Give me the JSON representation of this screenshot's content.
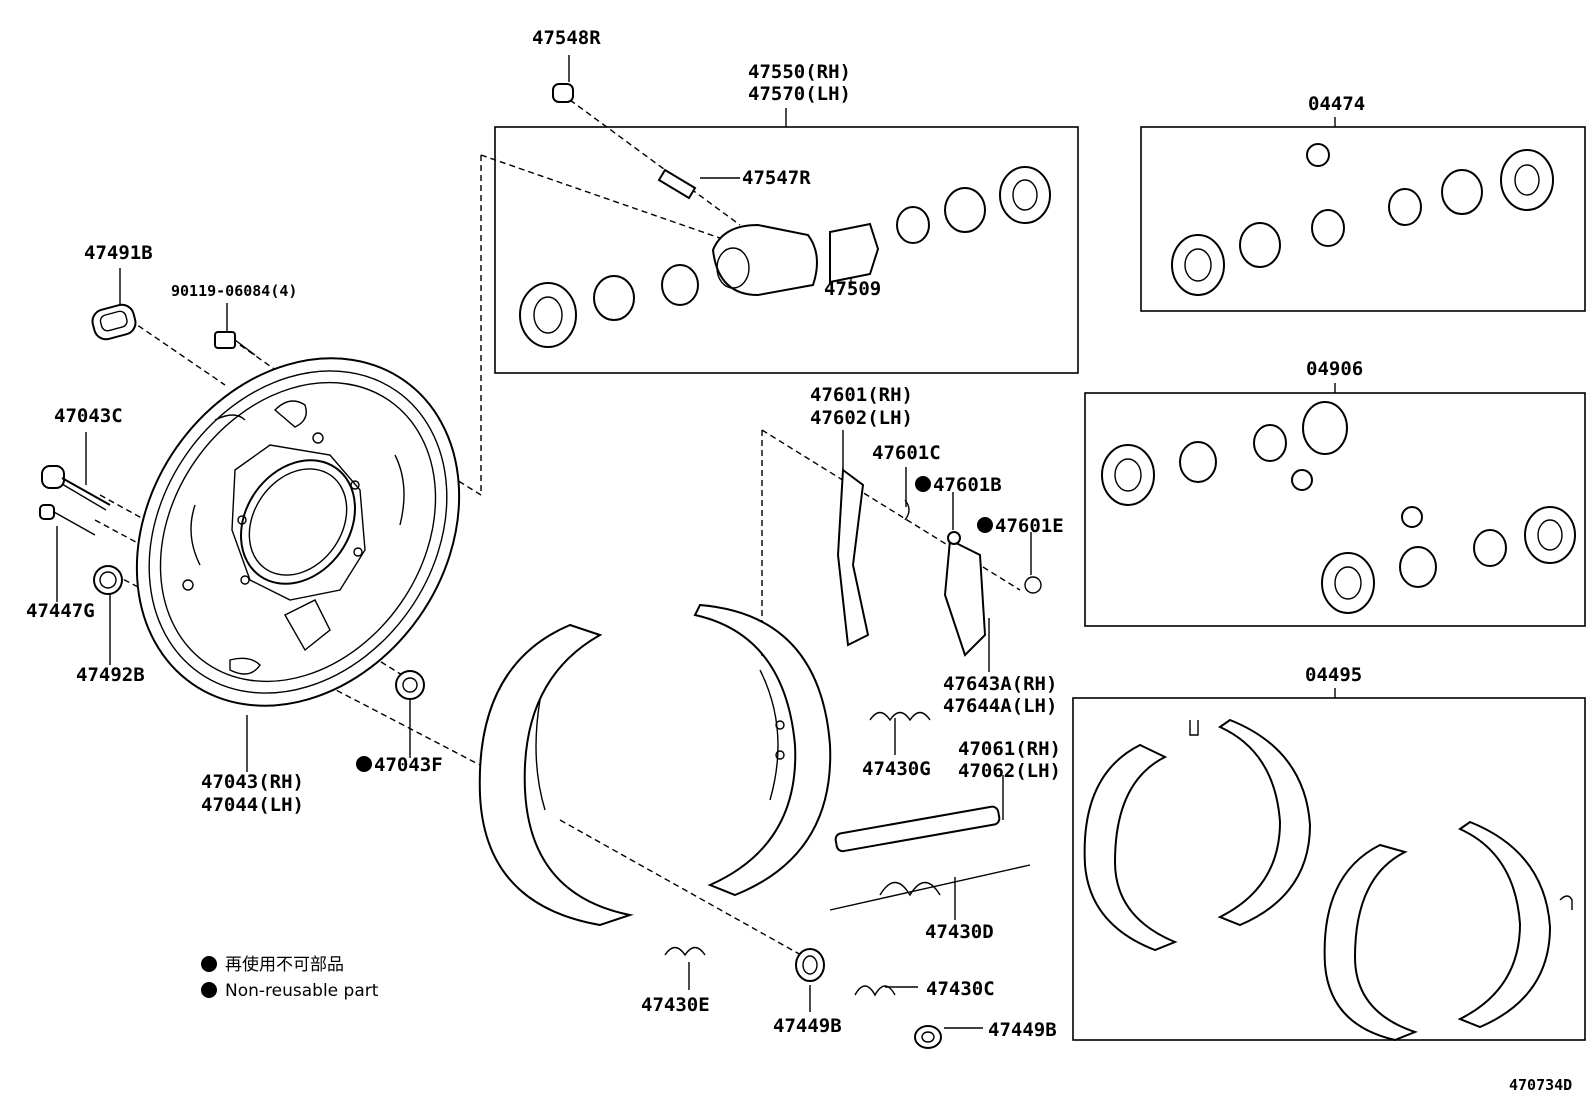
{
  "labels": {
    "p47548R": "47548R",
    "p47550_rh": "47550(RH)",
    "p47570_lh": "47570(LH)",
    "p04474": "04474",
    "p47547R": "47547R",
    "p47509": "47509",
    "p47491B": "47491B",
    "p90119": "90119-06084(4)",
    "p47043C": "47043C",
    "p47447G": "47447G",
    "p47492B": "47492B",
    "p47043_rh": "47043(RH)",
    "p47044_lh": "47044(LH)",
    "p47043F": "47043F",
    "p04906": "04906",
    "p47601_rh": "47601(RH)",
    "p47602_lh": "47602(LH)",
    "p47601C": "47601C",
    "p47601B": "47601B",
    "p47601E": "47601E",
    "p47643A_rh": "47643A(RH)",
    "p47644A_lh": "47644A(LH)",
    "p04495": "04495",
    "p47430G": "47430G",
    "p47061_rh": "47061(RH)",
    "p47062_lh": "47062(LH)",
    "p47430D": "47430D",
    "p47430E": "47430E",
    "p47449B_a": "47449B",
    "p47430C": "47430C",
    "p47449B_b": "47449B",
    "diagram_id": "470734D"
  },
  "legend": {
    "line_ja": "再使用不可部品",
    "line_en": "Non-reusable part"
  },
  "colors": {
    "ink": "#000000",
    "paper": "#ffffff"
  }
}
